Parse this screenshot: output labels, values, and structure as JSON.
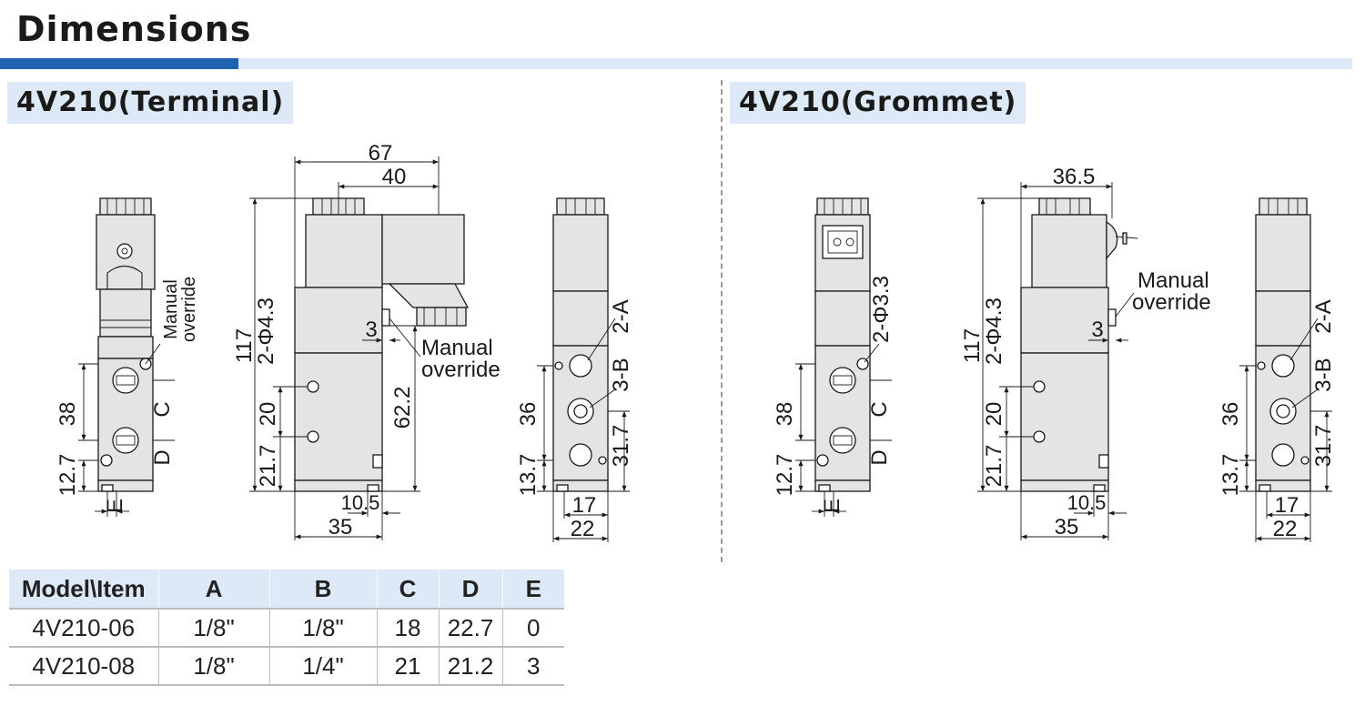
{
  "page": {
    "title": "Dimensions"
  },
  "sections": [
    {
      "title": "4V210(Terminal)"
    },
    {
      "title": "4V210(Grommet)"
    }
  ],
  "terminal": {
    "side": {
      "dim_38": "38",
      "dim_12_7": "12.7",
      "label_c": "C",
      "label_d": "D",
      "label_e": "E",
      "manual1": "Manual",
      "manual2": "override"
    },
    "front": {
      "dim_67": "67",
      "dim_40": "40",
      "dim_117": "117",
      "dim_hole": "2-Φ4.3",
      "dim_20": "20",
      "dim_21_7": "21.7",
      "dim_62_2": "62.2",
      "dim_3": "3",
      "manual1": "Manual",
      "manual2": "override",
      "dim_10_5": "10.5",
      "dim_35": "35"
    },
    "right": {
      "label_2a": "2-A",
      "label_3b": "3-B",
      "dim_36": "36",
      "dim_13_7": "13.7",
      "dim_31_7": "31.7",
      "dim_17": "17",
      "dim_22": "22"
    }
  },
  "grommet": {
    "side": {
      "dim_38": "38",
      "dim_12_7": "12.7",
      "label_c": "C",
      "label_d": "D",
      "label_e": "E",
      "dim_hole": "2-Φ3.3"
    },
    "front": {
      "dim_36_5": "36.5",
      "dim_117": "117",
      "dim_hole": "2-Φ4.3",
      "dim_20": "20",
      "dim_21_7": "21.7",
      "dim_3": "3",
      "manual1": "Manual",
      "manual2": "override",
      "dim_10_5": "10.5",
      "dim_35": "35"
    },
    "right": {
      "label_2a": "2-A",
      "label_3b": "3-B",
      "dim_36": "36",
      "dim_13_7": "13.7",
      "dim_31_7": "31.7",
      "dim_17": "17",
      "dim_22": "22"
    }
  },
  "table": {
    "headers": [
      "Model\\Item",
      "A",
      "B",
      "C",
      "D",
      "E"
    ],
    "rows": [
      [
        "4V210-06",
        "1/8\"",
        "1/8\"",
        "18",
        "22.7",
        "0"
      ],
      [
        "4V210-08",
        "1/8\"",
        "1/4\"",
        "21",
        "21.2",
        "3"
      ]
    ]
  }
}
